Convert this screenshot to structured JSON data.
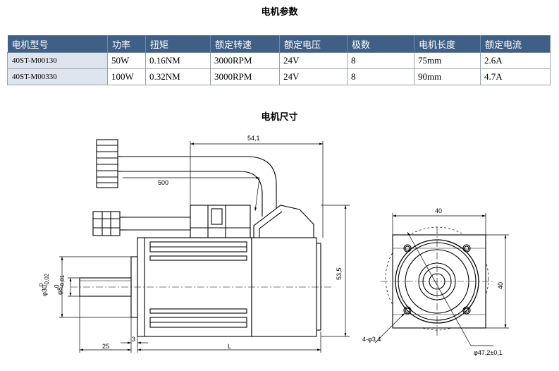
{
  "param_title": "电机参数",
  "dim_title": "电机尺寸",
  "table": {
    "headers": [
      "电机型号",
      "功率",
      "扭矩",
      "额定转速",
      "额定电压",
      "极数",
      "电机长度",
      "额定电流"
    ],
    "rows": [
      [
        "40ST-M00130",
        "50W",
        "0.16NM",
        "3000RPM",
        "24V",
        "8",
        "75mm",
        "2.6A"
      ],
      [
        "40ST-M00330",
        "100W",
        "0.32NM",
        "3000RPM",
        "24V",
        "8",
        "90mm",
        "4.7A"
      ]
    ]
  },
  "dimensions": {
    "cable_offset": "54,1",
    "cable_length": "500",
    "height": "53,5",
    "shaft_length": "25",
    "flange": "3",
    "body_length": "L",
    "shaft_dia": "φ8",
    "shaft_tol_upper": "0",
    "shaft_tol_lower": "-0,01",
    "pilot_dia": "φ30",
    "pilot_tol_upper": "0",
    "pilot_tol_lower": "-0,02",
    "square_w": "40",
    "square_h": "40",
    "holes": "4-φ3,4",
    "pcd": "φ47,2±0,1"
  }
}
